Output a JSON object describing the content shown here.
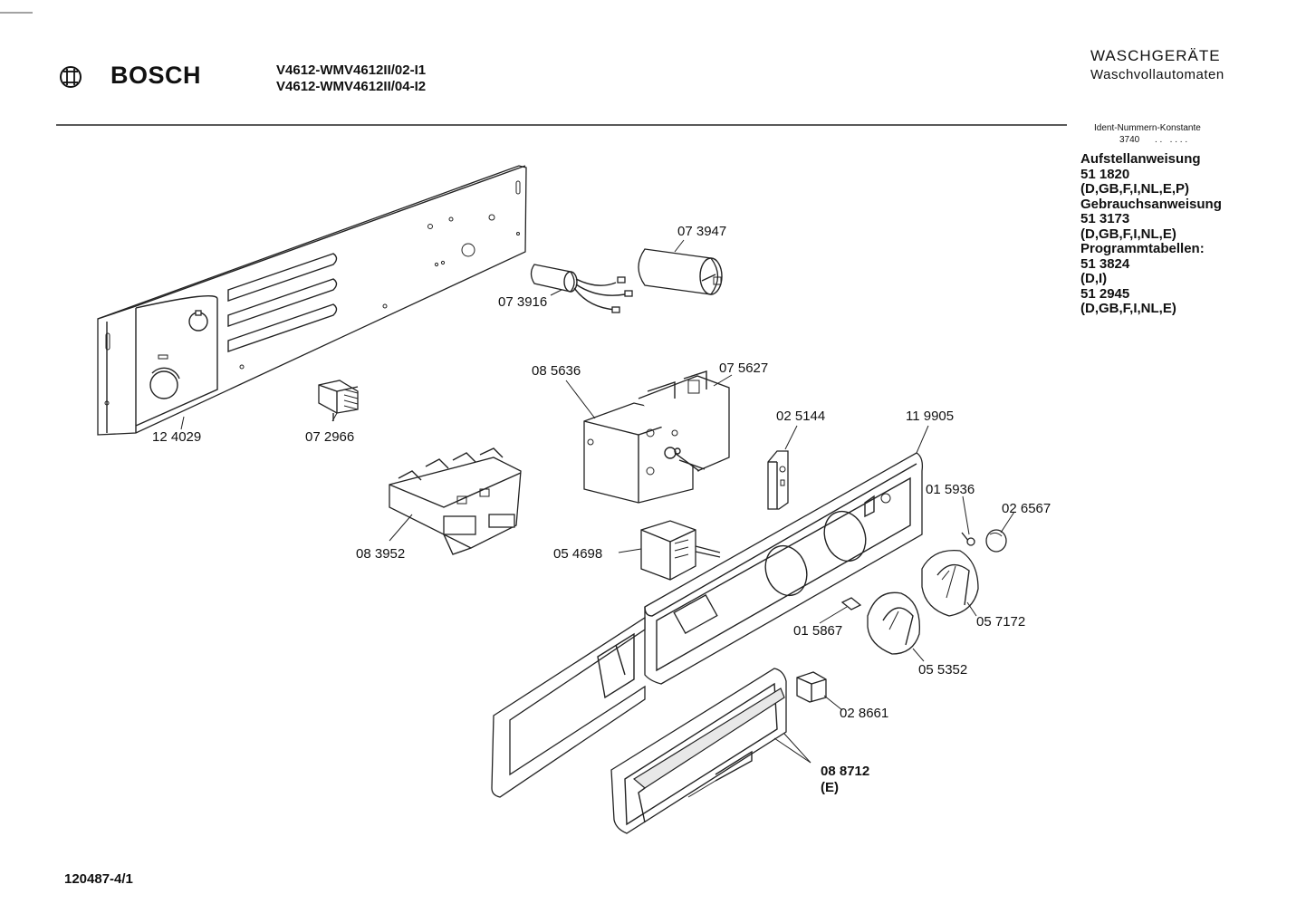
{
  "header": {
    "brand": "BOSCH",
    "models": [
      "V4612-WMV4612II/02-I1",
      "V4612-WMV4612II/04-I2"
    ],
    "category_title": "WASCHGERÄTE",
    "category_sub": "Waschvollautomaten"
  },
  "ident": {
    "label": "Ident-Nummern-Konstante",
    "value": "3740"
  },
  "documents": {
    "lines": [
      "Aufstellanweisung",
      "51 1820",
      "(D,GB,F,I,NL,E,P)",
      "Gebrauchsanweisung",
      "51 3173",
      "(D,GB,F,I,NL,E)",
      "Programmtabellen:",
      "51 3824",
      "(D,I)",
      "51 2945",
      "(D,GB,F,I,NL,E)"
    ]
  },
  "parts": [
    {
      "id": "p124029",
      "number": "12 4029"
    },
    {
      "id": "p073916",
      "number": "07 3916"
    },
    {
      "id": "p073947",
      "number": "07 3947"
    },
    {
      "id": "p072966",
      "number": "07 2966"
    },
    {
      "id": "p085636",
      "number": "08 5636"
    },
    {
      "id": "p075627",
      "number": "07 5627"
    },
    {
      "id": "p025144",
      "number": "02 5144"
    },
    {
      "id": "p119905",
      "number": "11 9905"
    },
    {
      "id": "p015936",
      "number": "01 5936"
    },
    {
      "id": "p026567",
      "number": "02 6567"
    },
    {
      "id": "p083952",
      "number": "08 3952"
    },
    {
      "id": "p054698",
      "number": "05 4698"
    },
    {
      "id": "p057172",
      "number": "05 7172"
    },
    {
      "id": "p015867",
      "number": "01 5867"
    },
    {
      "id": "p055352",
      "number": "05 5352"
    },
    {
      "id": "p028661",
      "number": "02 8661"
    },
    {
      "id": "p088712",
      "number": "08 8712",
      "note": "(E)"
    }
  ],
  "footer": {
    "code": "120487-4/1"
  }
}
